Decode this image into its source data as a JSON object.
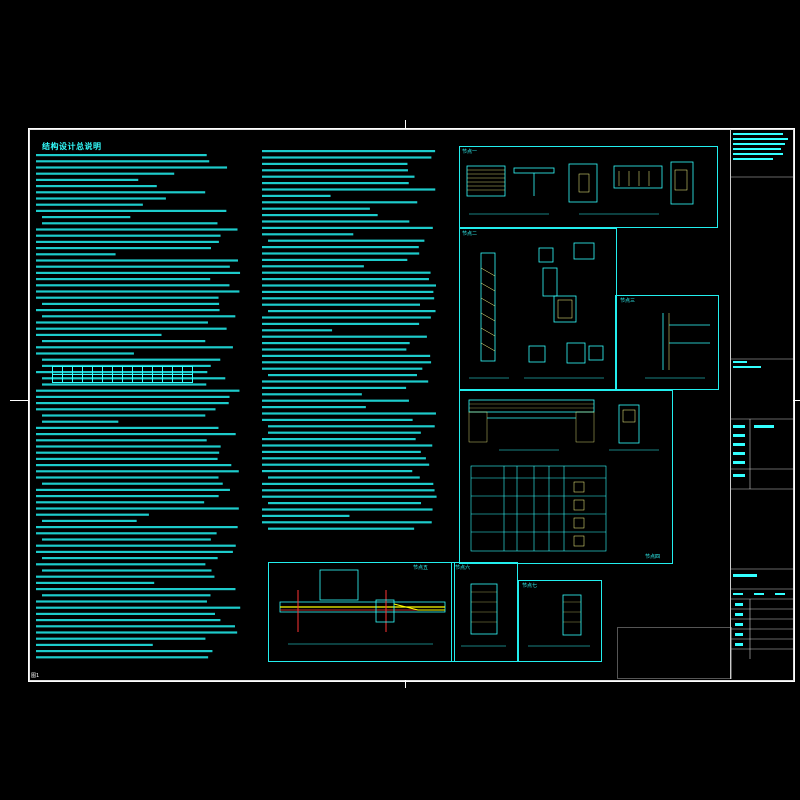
{
  "drawing": {
    "title": "结构设计总说明",
    "sheet_number": "图1"
  },
  "details": {
    "d1": "节点一",
    "d2": "节点二",
    "d3": "节点三",
    "d4": "节点四",
    "d5": "节点五",
    "d6": "节点六",
    "d7": "节点七"
  },
  "colors": {
    "line": "#33ffff",
    "text": "#33ffff",
    "highlight": "#ffff00",
    "rebar": "#ff3333",
    "frame": "#ffffff"
  }
}
